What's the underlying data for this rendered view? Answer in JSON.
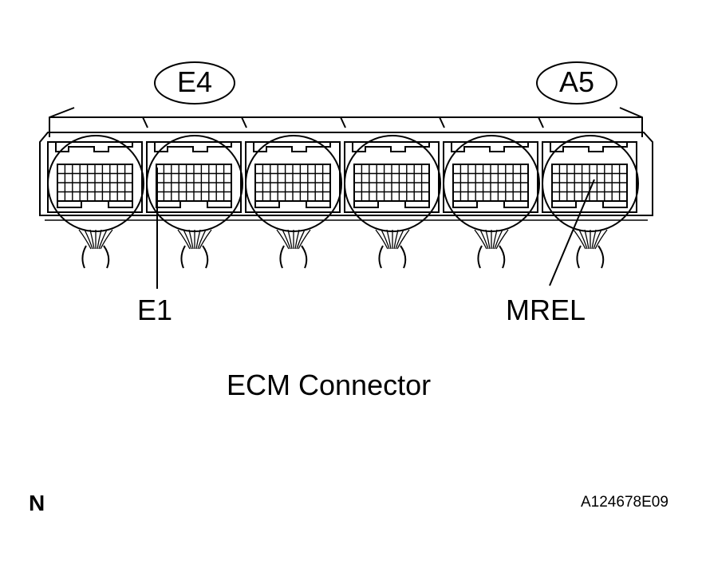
{
  "diagram": {
    "connector_tags": [
      {
        "id": "e4",
        "text": "E4"
      },
      {
        "id": "a5",
        "text": "A5"
      }
    ],
    "pin_labels": [
      {
        "id": "e1",
        "text": "E1"
      },
      {
        "id": "mrel",
        "text": "MREL"
      }
    ],
    "caption": "ECM Connector",
    "corner_mark": "N",
    "figure_id": "A124678E09",
    "connector_count": 6
  }
}
